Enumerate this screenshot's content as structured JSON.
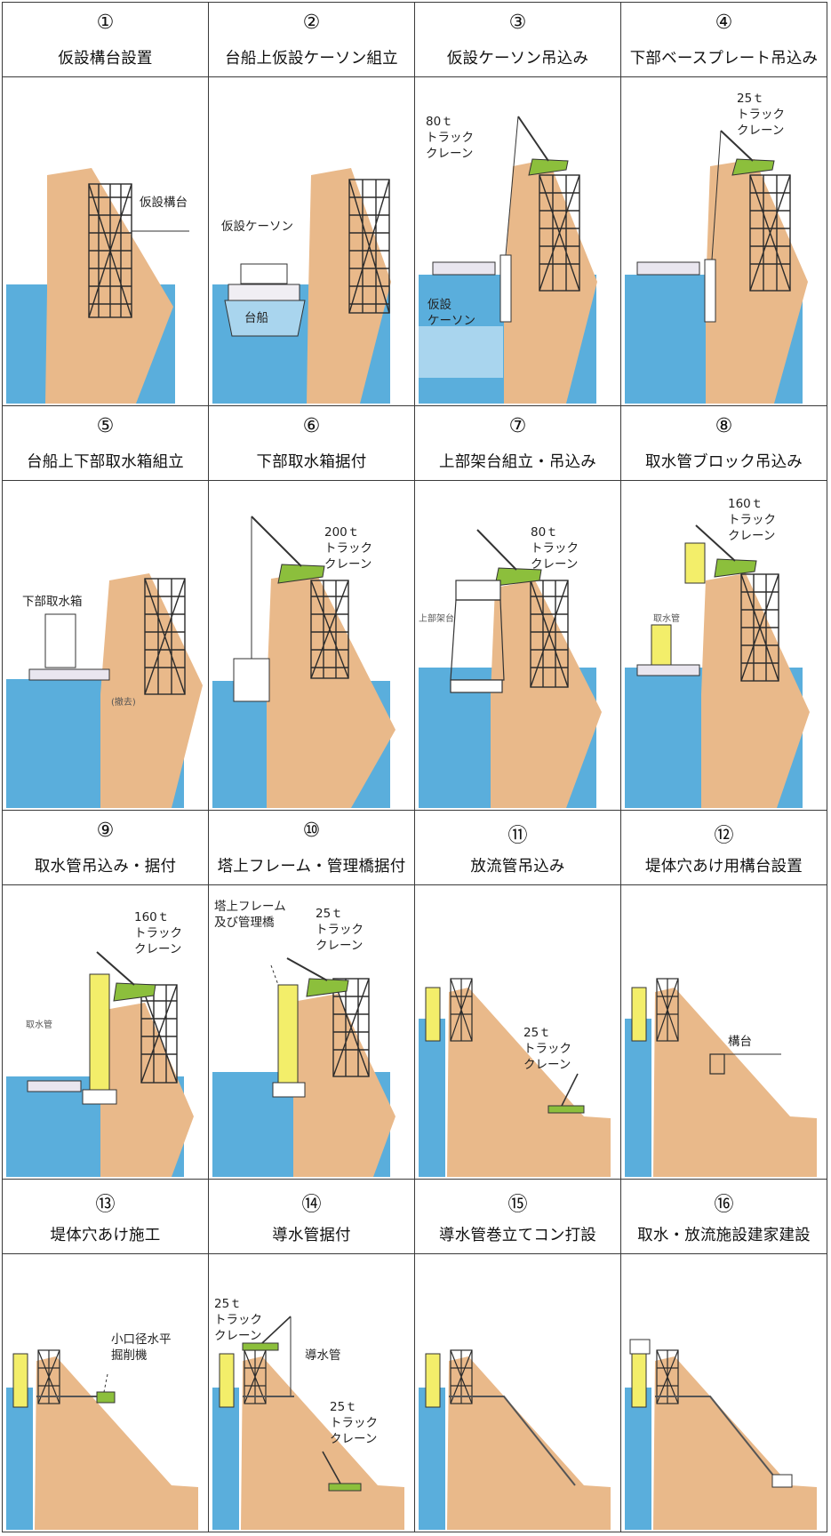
{
  "steps": [
    {
      "number": "①",
      "title": "仮設構台設置",
      "labels": [
        "仮設構台"
      ]
    },
    {
      "number": "②",
      "title": "台船上仮設ケーソン組立",
      "labels": [
        "仮設ケーソン",
        "台船"
      ]
    },
    {
      "number": "③",
      "title": "仮設ケーソン吊込み",
      "labels": [
        "80ｔ",
        "トラック",
        "クレーン",
        "仮設",
        "ケーソン"
      ]
    },
    {
      "number": "④",
      "title": "下部ベースプレート吊込み",
      "labels": [
        "25ｔ",
        "トラック",
        "クレーン"
      ]
    },
    {
      "number": "⑤",
      "title": "台船上下部取水箱組立",
      "labels": [
        "下部取水箱",
        "(撤去)"
      ]
    },
    {
      "number": "⑥",
      "title": "下部取水箱据付",
      "labels": [
        "200ｔ",
        "トラック",
        "クレーン"
      ]
    },
    {
      "number": "⑦",
      "title": "上部架台組立・吊込み",
      "labels": [
        "80ｔ",
        "トラック",
        "クレーン",
        "上部架台"
      ]
    },
    {
      "number": "⑧",
      "title": "取水管ブロック吊込み",
      "labels": [
        "160ｔ",
        "トラック",
        "クレーン",
        "取水管"
      ]
    },
    {
      "number": "⑨",
      "title": "取水管吊込み・据付",
      "labels": [
        "160ｔ",
        "トラック",
        "クレーン",
        "取水管"
      ]
    },
    {
      "number": "⑩",
      "title": "塔上フレーム・管理橋据付",
      "labels": [
        "塔上フレーム",
        "及び管理橋",
        "25ｔ",
        "トラック",
        "クレーン"
      ]
    },
    {
      "number": "⑪",
      "title": "放流管吊込み",
      "labels": [
        "25ｔ",
        "トラック",
        "クレーン"
      ]
    },
    {
      "number": "⑫",
      "title": "堤体穴あけ用構台設置",
      "labels": [
        "構台"
      ]
    },
    {
      "number": "⑬",
      "title": "堤体穴あけ施工",
      "labels": [
        "小口径水平",
        "掘削機"
      ]
    },
    {
      "number": "⑭",
      "title": "導水管据付",
      "labels": [
        "25ｔ",
        "トラック",
        "クレーン",
        "導水管",
        "25ｔ",
        "トラック",
        "クレーン"
      ]
    },
    {
      "number": "⑮",
      "title": "導水管巻立てコン打設",
      "labels": []
    },
    {
      "number": "⑯",
      "title": "取水・放流施設建家建設",
      "labels": []
    }
  ],
  "colors": {
    "dam": "#e9b98a",
    "water": "#5aaedc",
    "water_light": "#a9d5ee",
    "crane": "#8cbf3c",
    "scaffold": "#2b2b2b",
    "yellow": "#f3ee6a",
    "grid": "#3a3a3a",
    "label": "#222222"
  }
}
